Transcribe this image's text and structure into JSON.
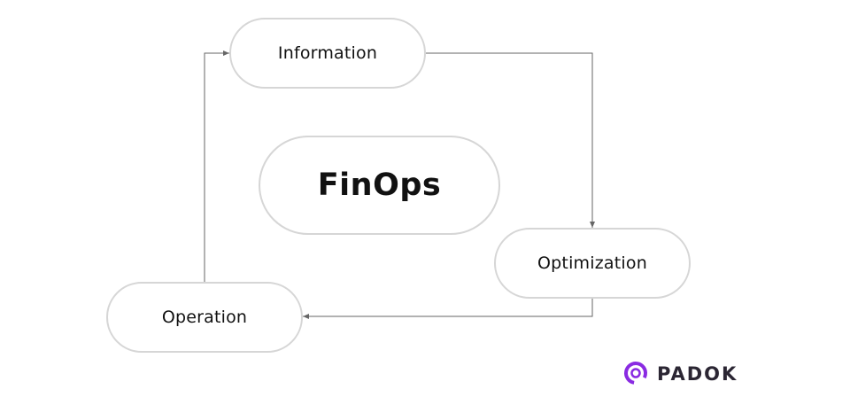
{
  "diagram": {
    "center_label": "FinOps",
    "nodes": {
      "information": "Information",
      "optimization": "Optimization",
      "operation": "Operation"
    },
    "flow": [
      "Information",
      "Optimization",
      "Operation",
      "Information"
    ]
  },
  "logo": {
    "text": "PADOK",
    "icon": "padok-ring-icon",
    "color": "#8a2be2"
  },
  "colors": {
    "node_border": "#d6d6d6",
    "connector": "#666666"
  }
}
